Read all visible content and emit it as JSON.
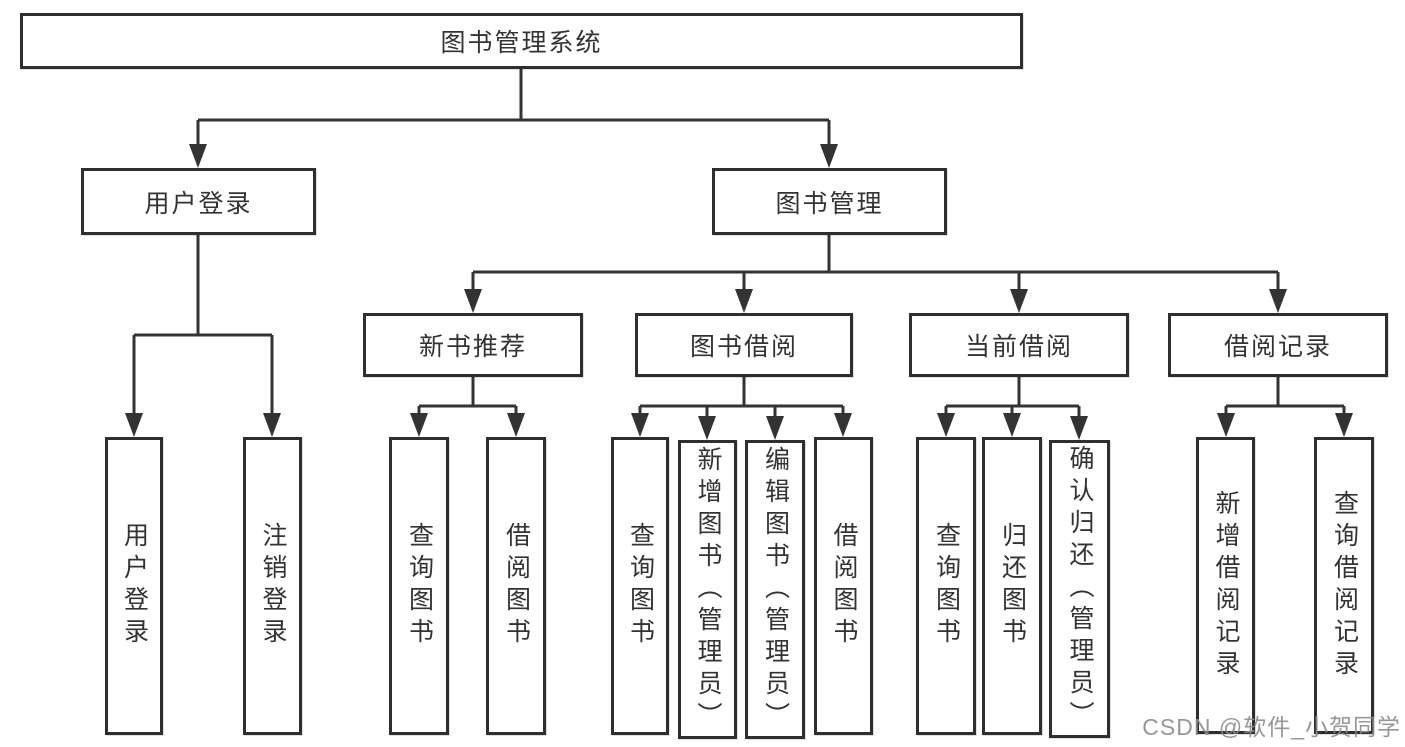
{
  "diagram": {
    "root": "图书管理系统",
    "level1": [
      "用户登录",
      "图书管理"
    ],
    "level2": [
      "新书推荐",
      "图书借阅",
      "当前借阅",
      "借阅记录"
    ],
    "leaves": {
      "user_login": [
        "用户登录",
        "注销登录"
      ],
      "new_book": [
        "查询图书",
        "借阅图书"
      ],
      "book_borrow": [
        "查询图书",
        "新增图书（管理员）",
        "编辑图书（管理员）",
        "借阅图书"
      ],
      "current_borrow": [
        "查询图书",
        "归还图书",
        "确认归还（管理员）"
      ],
      "borrow_record": [
        "新增借阅记录",
        "查询借阅记录"
      ]
    }
  },
  "watermark": "CSDN @软件_小贺同学",
  "colors": {
    "line": "#333333",
    "box_border": "#2e2e2e",
    "text": "#333333",
    "watermark": "#8c8c8c",
    "background": "#ffffff"
  }
}
